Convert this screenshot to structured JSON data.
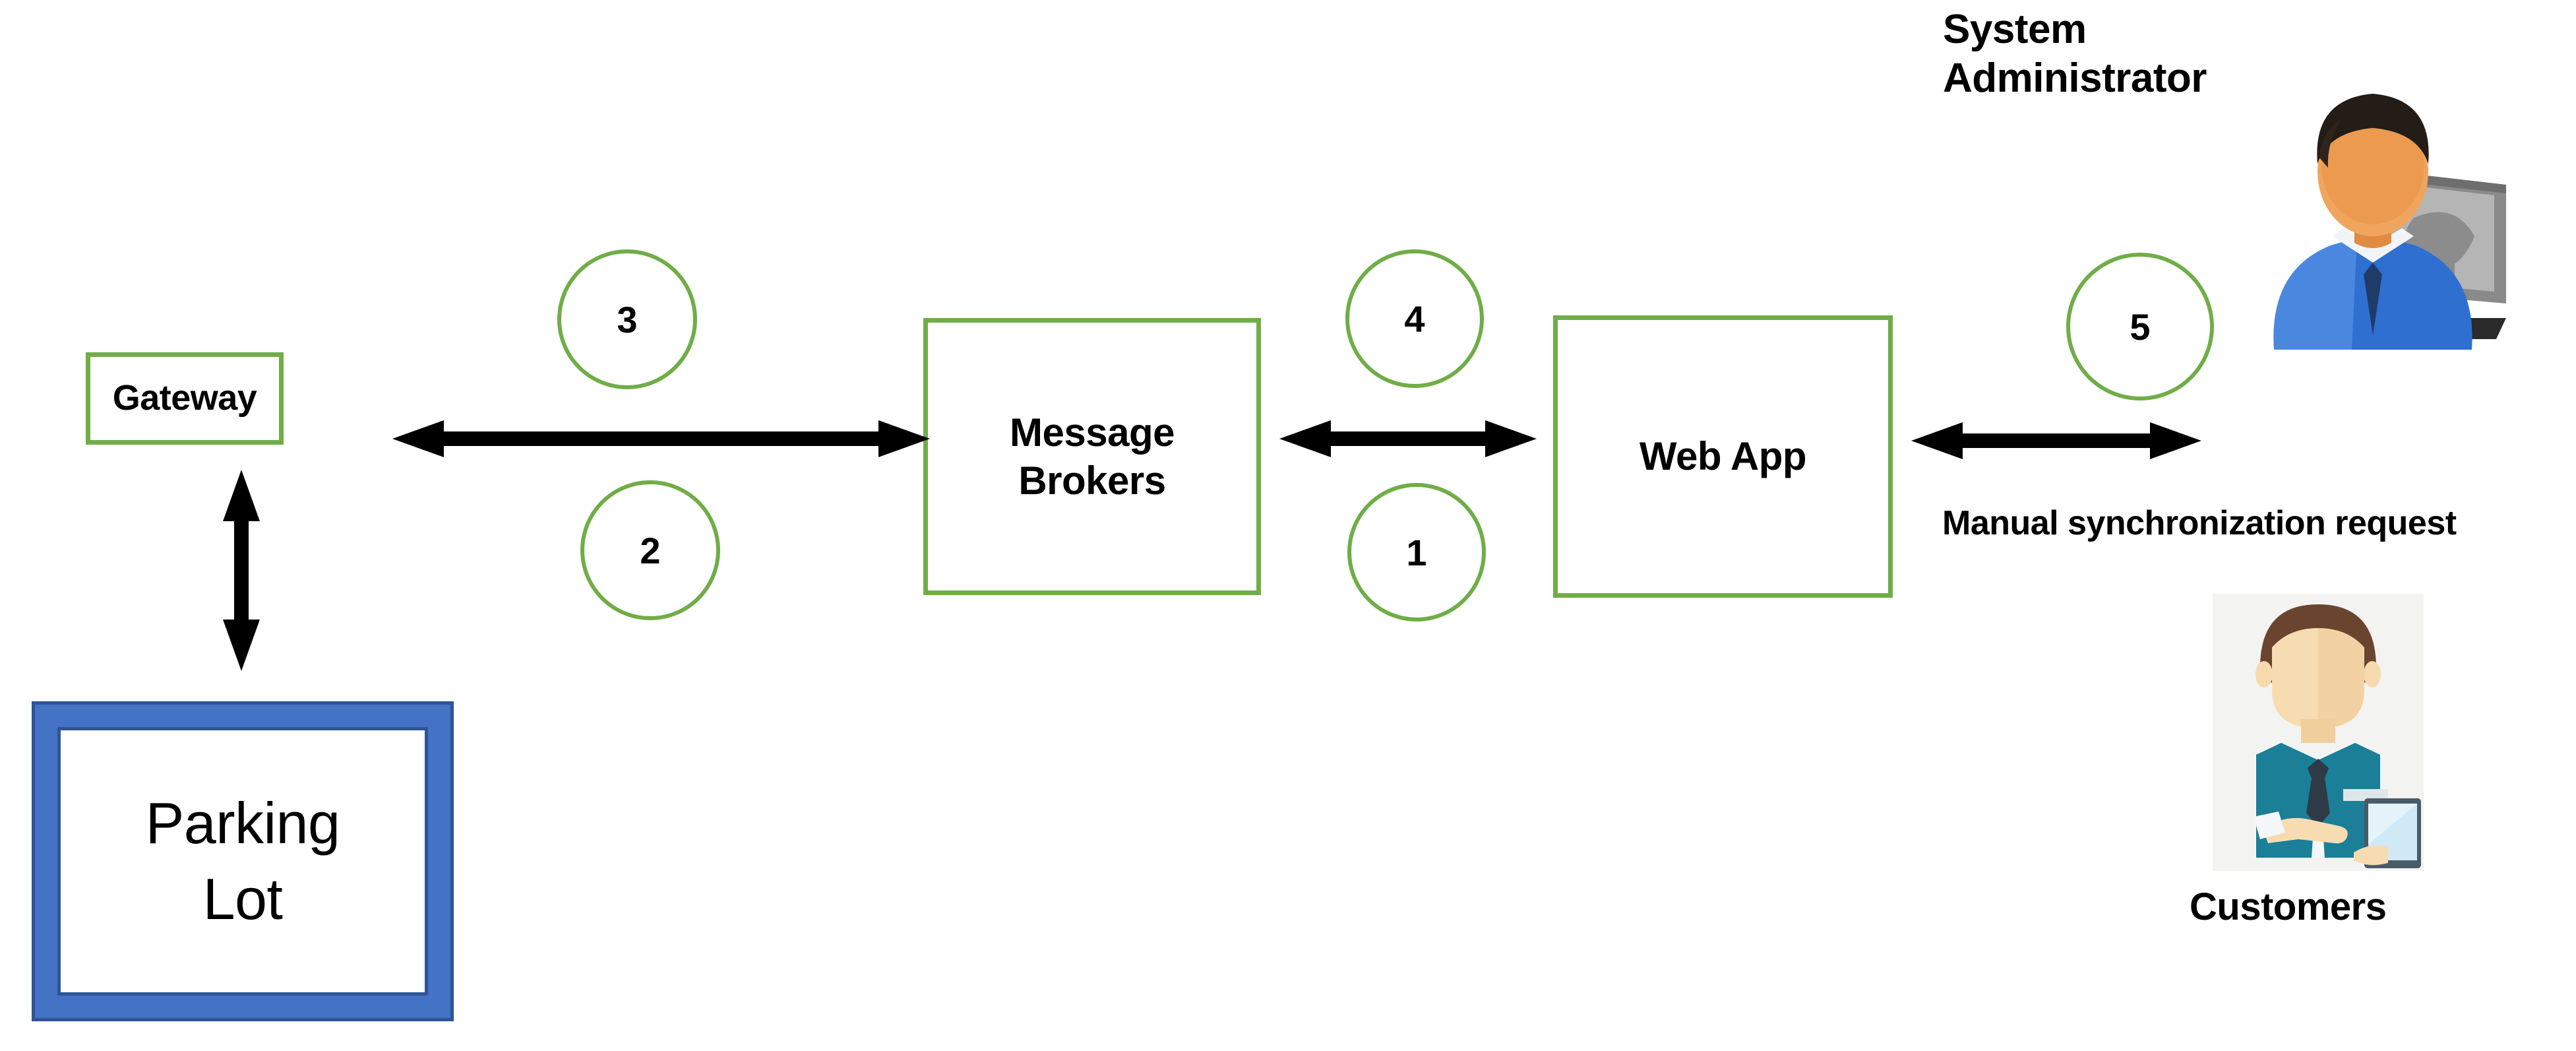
{
  "diagram": {
    "title": "Parking lot message-broker synchronization flow",
    "colors": {
      "node_border_green": "#70AD47",
      "parking_fill_blue": "#4472C4",
      "parking_border_blue": "#2E5496",
      "arrow_black": "#000000",
      "text_black": "#000000",
      "background": "#FFFFFF"
    },
    "nodes": [
      {
        "id": "gateway",
        "label": "Gateway"
      },
      {
        "id": "brokers",
        "label": "Message\nBrokers"
      },
      {
        "id": "webapp",
        "label": "Web App"
      },
      {
        "id": "parking",
        "label": "Parking\nLot"
      }
    ],
    "steps": [
      {
        "id": "step-1",
        "number": "1"
      },
      {
        "id": "step-2",
        "number": "2"
      },
      {
        "id": "step-3",
        "number": "3"
      },
      {
        "id": "step-4",
        "number": "4"
      },
      {
        "id": "step-5",
        "number": "5"
      }
    ],
    "actors": [
      {
        "id": "sysadmin",
        "label": "System\nAdministrator",
        "icon": "system-administrator-icon"
      },
      {
        "id": "customers",
        "label": "Customers",
        "icon": "customers-icon"
      }
    ],
    "edge_labels": [
      {
        "id": "manual-sync",
        "text": "Manual synchronization request"
      }
    ],
    "connections": [
      {
        "id": "gateway-brokers",
        "from": "gateway",
        "to": "brokers",
        "style": "double-arrow-horizontal",
        "steps": [
          "3",
          "2"
        ]
      },
      {
        "id": "brokers-webapp",
        "from": "brokers",
        "to": "webapp",
        "style": "double-arrow-horizontal",
        "steps": [
          "4",
          "1"
        ]
      },
      {
        "id": "webapp-sysadmin",
        "from": "webapp",
        "to": "sysadmin",
        "style": "double-arrow-horizontal",
        "steps": [
          "5"
        ],
        "label": "Manual synchronization request"
      },
      {
        "id": "gateway-parking",
        "from": "gateway",
        "to": "parking",
        "style": "double-arrow-vertical",
        "steps": []
      }
    ]
  }
}
